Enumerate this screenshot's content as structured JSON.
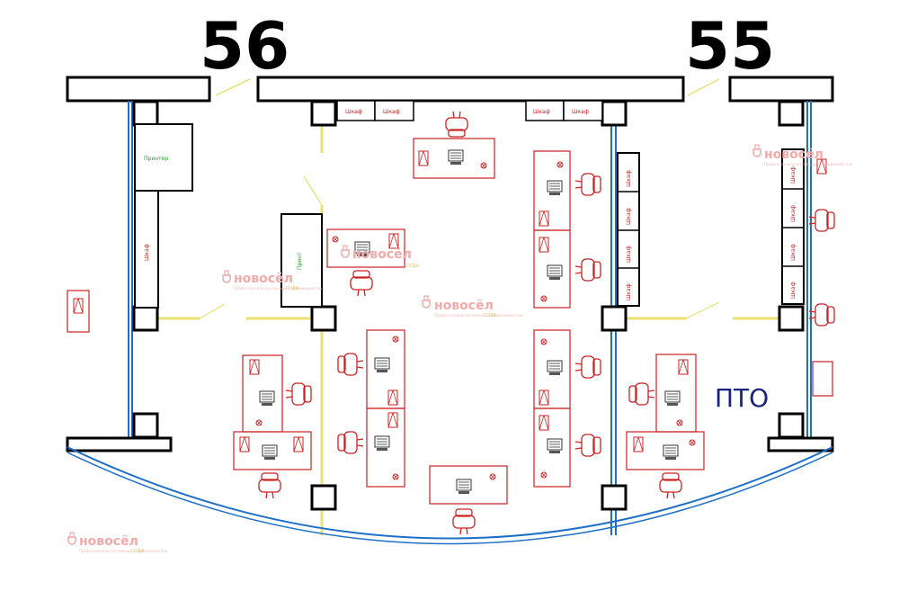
{
  "rooms": {
    "left_number": "56",
    "right_number": "55",
    "pto_label": "ПТО"
  },
  "furniture": {
    "cabinet_label": "Шкаф",
    "printer_label": "Принтер",
    "small_printer_label": "Принт"
  },
  "watermark": {
    "brand": "новосёл",
    "subtitle": "Профессиональная помощь с недвижимостью",
    "year_badge": "ГОДА"
  },
  "colors": {
    "wall": "#000000",
    "furniture": "#cc2222",
    "glass": "#1e6fc7",
    "door": "#e8e070",
    "pto": "#1a237e",
    "accent_green": "#22aa22"
  }
}
